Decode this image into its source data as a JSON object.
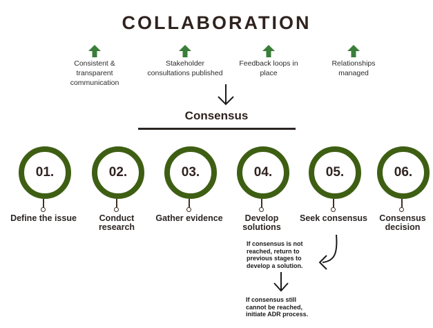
{
  "title": "COLLABORATION",
  "outcomes": [
    {
      "text": "Consistent & transparent communication",
      "icon": "up-arrow-icon"
    },
    {
      "text": "Stakeholder consultations published",
      "icon": "up-arrow-icon"
    },
    {
      "text": "Feedback loops in place",
      "icon": "up-arrow-icon"
    },
    {
      "text": "Relationships managed",
      "icon": "up-arrow-icon"
    }
  ],
  "consensus_heading": "Consensus",
  "steps": [
    {
      "number": "01.",
      "label": "Define the issue"
    },
    {
      "number": "02.",
      "label": "Conduct research"
    },
    {
      "number": "03.",
      "label": "Gather evidence"
    },
    {
      "number": "04.",
      "label": "Develop solutions"
    },
    {
      "number": "05.",
      "label": "Seek consensus"
    },
    {
      "number": "06.",
      "label": "Consensus decision"
    }
  ],
  "notes": {
    "return": "If consensus is not reached, return to previous stages to develop a solution.",
    "adr": "If consensus still cannot be reached, initiate ADR process."
  },
  "colors": {
    "ring": "#3e5f13",
    "arrow_green": "#3b7d3a",
    "text_dark": "#2f231f"
  }
}
